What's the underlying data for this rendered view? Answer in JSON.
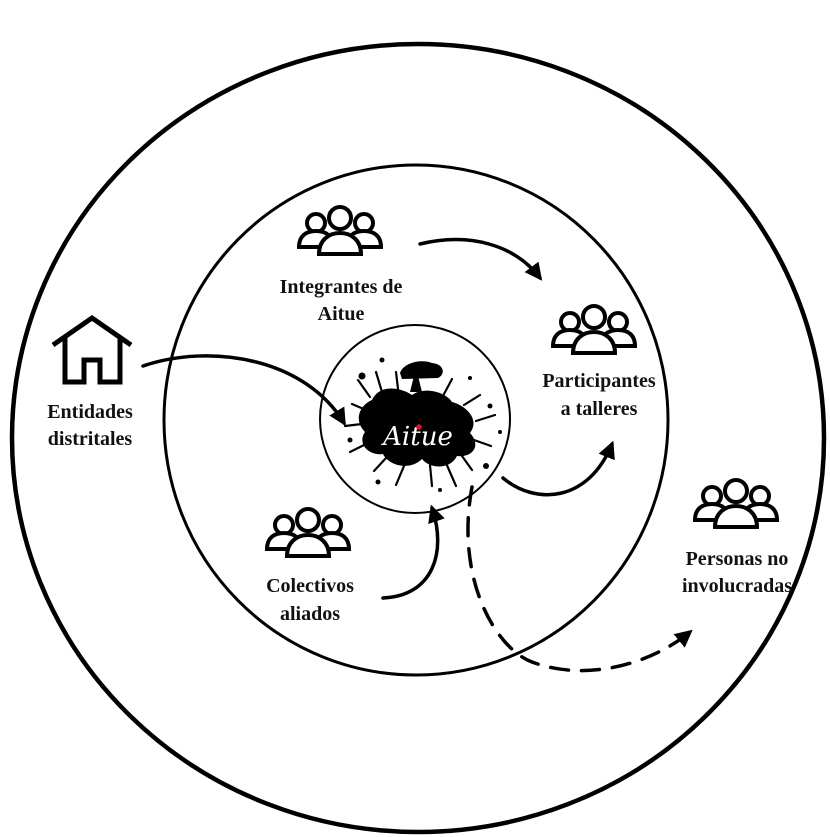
{
  "nodes": {
    "center_logo": {
      "text": "Aitue",
      "icon": "ink-splash-logo"
    },
    "integrantes": {
      "line1": "Integrantes de",
      "line2": "Aitue",
      "icon": "group-icon"
    },
    "participantes": {
      "line1": "Participantes",
      "line2": "a talleres",
      "icon": "group-icon"
    },
    "entidades": {
      "line1": "Entidades",
      "line2": "distritales",
      "icon": "house-icon"
    },
    "colectivos": {
      "line1": "Colectivos",
      "line2": "aliados",
      "icon": "group-icon"
    },
    "personas": {
      "line1": "Personas no",
      "line2": "involucradas",
      "icon": "group-icon"
    }
  },
  "colors": {
    "stroke": "#000000",
    "background": "#ffffff",
    "accent_dot": "#d9142b"
  }
}
